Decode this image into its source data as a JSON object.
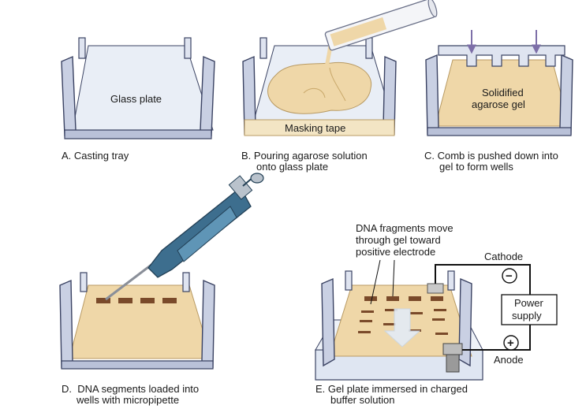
{
  "panels": {
    "a": {
      "caption_line1": "A. Casting tray",
      "plate_label": "Glass plate"
    },
    "b": {
      "caption_line1": "B. Pouring agarose solution",
      "caption_line2": "onto glass plate",
      "tape_label": "Masking tape"
    },
    "c": {
      "caption_line1": "C. Comb is pushed down into",
      "caption_line2": "gel to form wells",
      "gel_label_line1": "Solidified",
      "gel_label_line2": "agarose gel"
    },
    "d": {
      "caption_line1": "D.  DNA segments loaded into",
      "caption_line2": "wells with micropipette"
    },
    "e": {
      "caption_line1": "E. Gel plate immersed in charged",
      "caption_line2": "buffer solution",
      "note_line1": "DNA fragments move",
      "note_line2": "through gel toward",
      "note_line3": "positive electrode",
      "cathode_label": "Cathode",
      "anode_label": "Anode",
      "power_line1": "Power",
      "power_line2": "supply",
      "minus_symbol": "−",
      "plus_symbol": "+"
    }
  },
  "colors": {
    "tray_fill": "#c9d0e3",
    "tray_stroke": "#3b4363",
    "gel": "#efd7a8",
    "well": "#7a4a2a",
    "arrow": "#7d6fa8",
    "pipette": "#3d6e8e",
    "buffer": "#dfe6f2"
  }
}
